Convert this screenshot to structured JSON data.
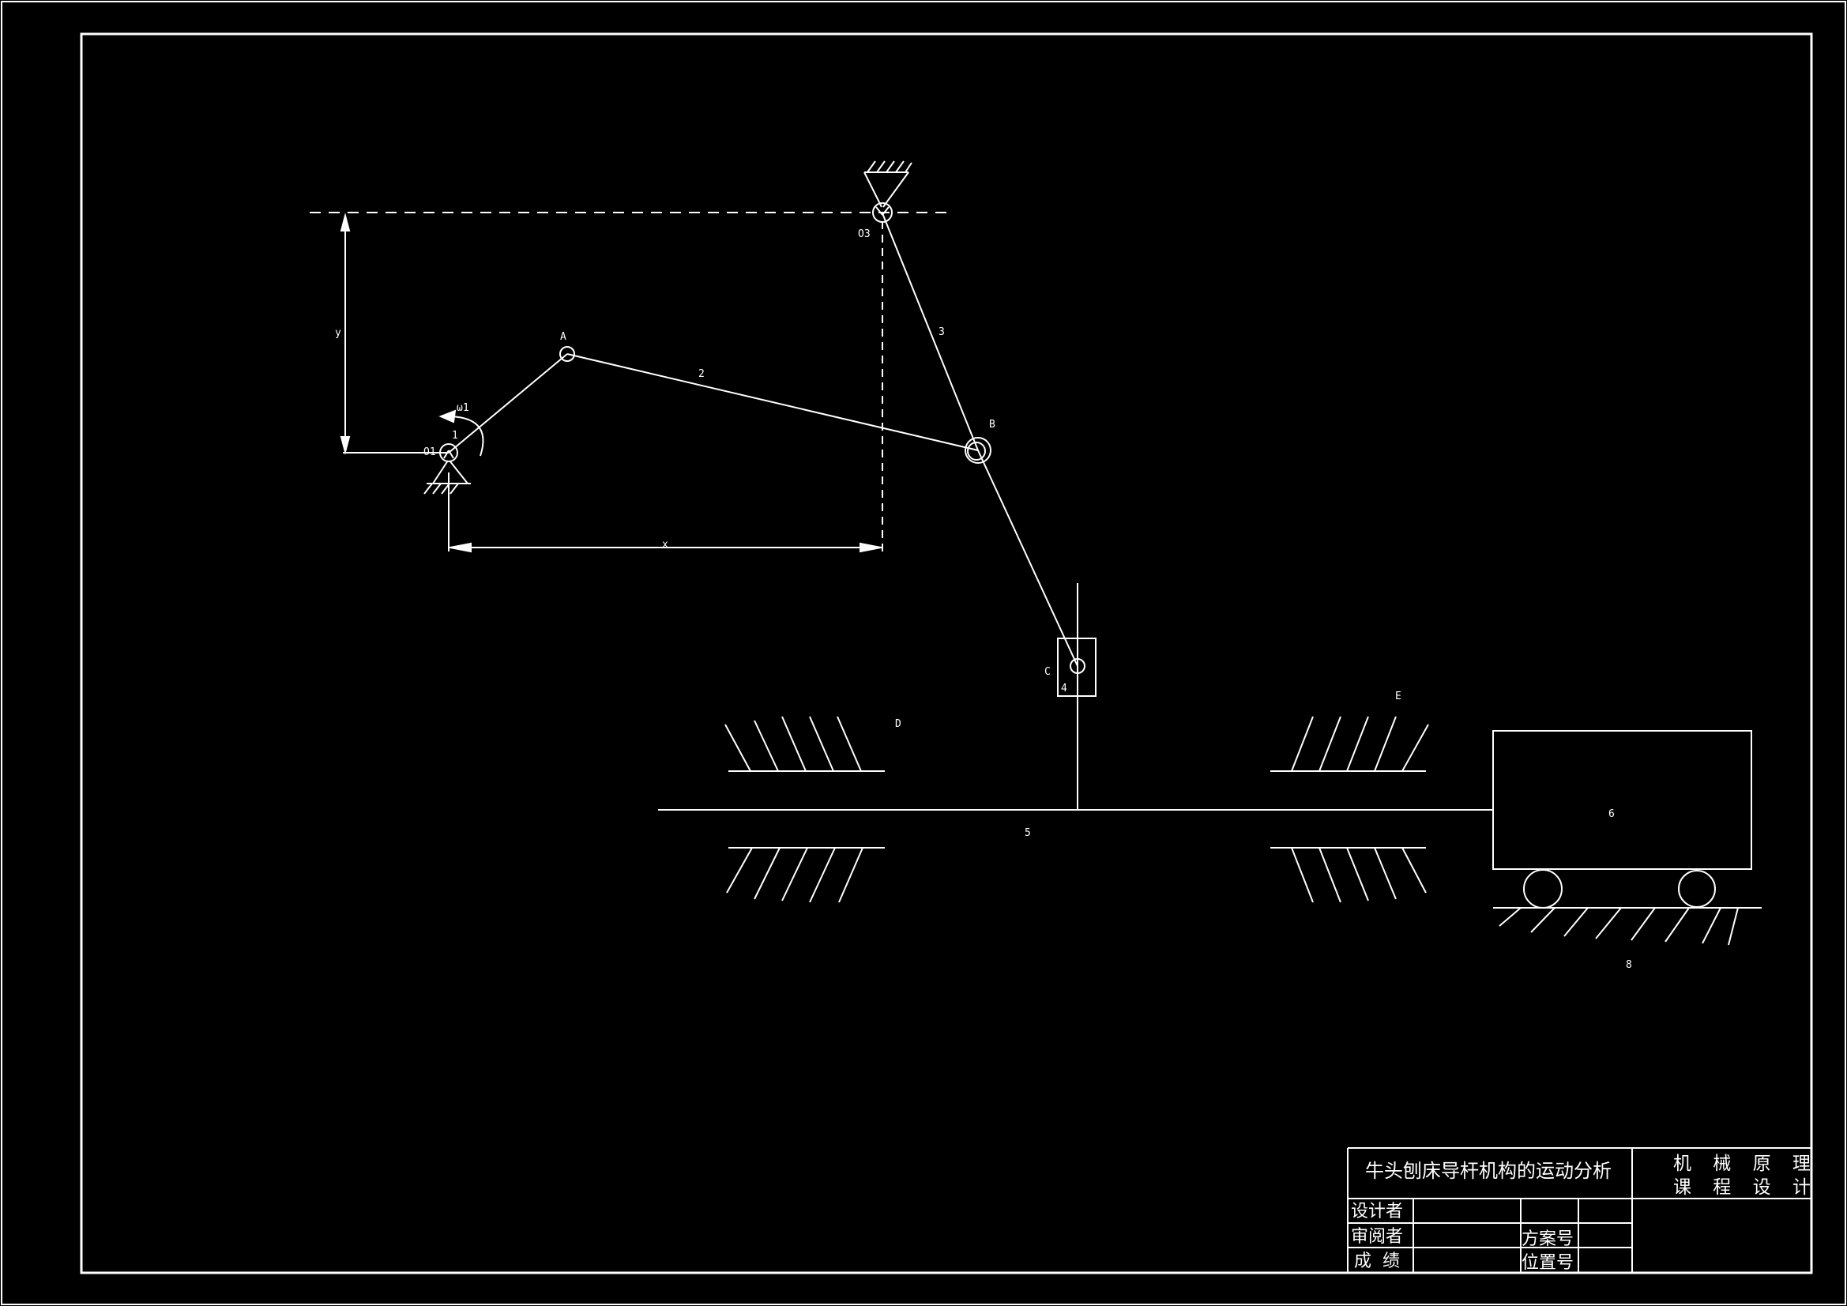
{
  "labels": {
    "O3": "O3",
    "O1": "O1",
    "A": "A",
    "B": "B",
    "C": "C",
    "D": "D",
    "E": "E",
    "link1": "1",
    "link2": "2",
    "link3": "3",
    "slider4": "4",
    "ram5": "5",
    "block6": "6",
    "ground8": "8",
    "omega": "ω1",
    "dim_x": "x",
    "dim_y": "y"
  },
  "title_block": {
    "title": "牛头刨床导杆机构的运动分析",
    "course_line1": "机 械 原 理",
    "course_line2": "课 程 设 计",
    "designer": "设计者",
    "reviewer": "审阅者",
    "grade": "成  绩",
    "scheme_no": "方案号",
    "position_no": "位置号"
  }
}
